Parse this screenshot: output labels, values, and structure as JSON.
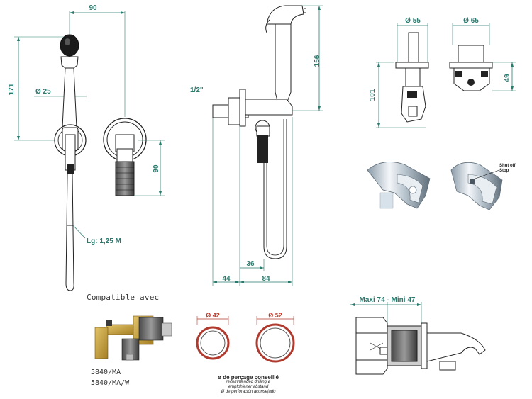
{
  "dimensions": {
    "width_90": "90",
    "height_171": "171",
    "dia_25": "Ø 25",
    "holder_90": "90",
    "hose_length": "Lg: 1,25 M",
    "thread": "1/2\"",
    "height_156": "156",
    "offset_36": "36",
    "offset_44": "44",
    "offset_84": "84",
    "dia_55": "Ø 55",
    "dia_65": "Ø 65",
    "height_101": "101",
    "height_49": "49",
    "shut_off_1": "Shut off",
    "shut_off_2": "Stop",
    "maxi_mini": "Maxi 74 - Mini 47"
  },
  "compatible": {
    "title": "Compatible avec",
    "model_1": "5840/MA",
    "model_2": "5840/MA/W"
  },
  "drilling": {
    "dia_42": "Ø 42",
    "dia_52": "Ø 52",
    "title": "ø de perçage conseillé",
    "line_en": "recommended drilling ø",
    "line_de": "empfohlener abstand",
    "line_es": "Ø de perforación aconsejado"
  },
  "colors": {
    "dimension": "#2a7a6e",
    "drill_ring": "#b03a2e",
    "line": "#222222"
  }
}
